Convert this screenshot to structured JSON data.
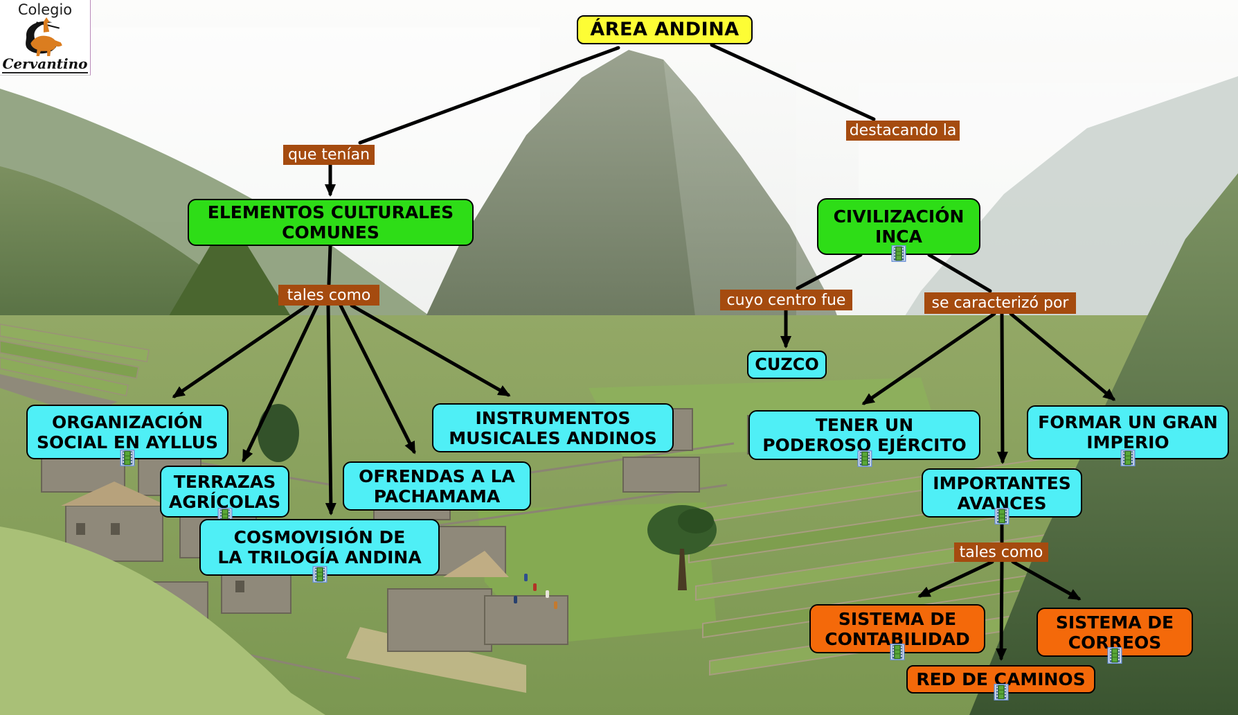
{
  "logo": {
    "line1": "Colegio",
    "line2": "Cervantino"
  },
  "map": {
    "root": "ÁREA ANDINA",
    "links": {
      "que_tenian": "que tenían",
      "destacando_la": "destacando la",
      "tales_como_left": "tales como",
      "cuyo_centro_fue": "cuyo centro fue",
      "se_caracterizo_por": "se caracterizó por",
      "tales_como_right": "tales como"
    },
    "concepts": {
      "elementos": "ELEMENTOS CULTURALES\nCOMUNES",
      "civilizacion": "CIVILIZACIÓN\nINCA",
      "organizacion": "ORGANIZACIÓN\nSOCIAL EN AYLLUS",
      "terrazas": "TERRAZAS\nAGRÍCOLAS",
      "ofrendas": "OFRENDAS A LA\nPACHAMAMA",
      "cosmovision": "COSMOVISIÓN DE\nLA TRILOGÍA ANDINA",
      "instrumentos": "INSTRUMENTOS\nMUSICALES ANDINOS",
      "cuzco": "CUZCO",
      "tener": "TENER UN\nPODEROSO EJÉRCITO",
      "formar": "FORMAR UN GRAN\nIMPERIO",
      "avances": "IMPORTANTES\nAVANCES",
      "contabilidad": "SISTEMA DE\nCONTABILIDAD",
      "correos": "SISTEMA DE\nCORREOS",
      "caminos": "RED DE CAMINOS"
    }
  },
  "icons": {
    "resource_icon": "film-strip-icon"
  },
  "colors": {
    "topic_yellow": "#fdfd35",
    "concept_green": "#2edd17",
    "concept_cyan": "#4feff6",
    "concept_orange": "#f4690a",
    "link_brown": "#a54b0f",
    "arrow": "#000000"
  }
}
